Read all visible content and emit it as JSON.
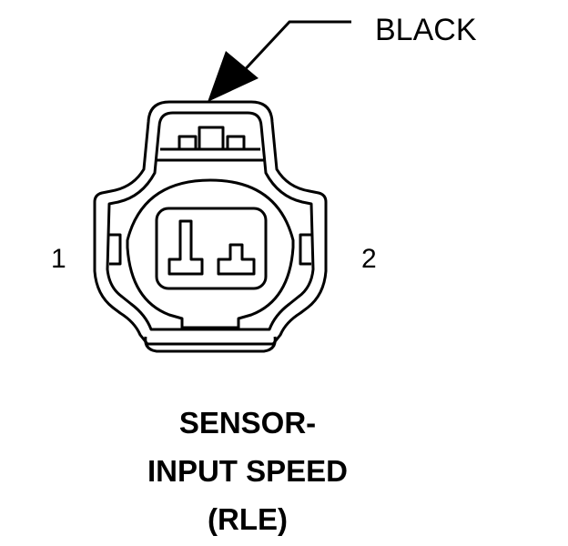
{
  "connector": {
    "color_label": "BLACK",
    "pins": [
      "1",
      "2"
    ],
    "caption_lines": [
      "SENSOR-",
      "INPUT SPEED",
      "(RLE)"
    ]
  },
  "colors": {
    "line": "#000000",
    "background": "#ffffff"
  }
}
